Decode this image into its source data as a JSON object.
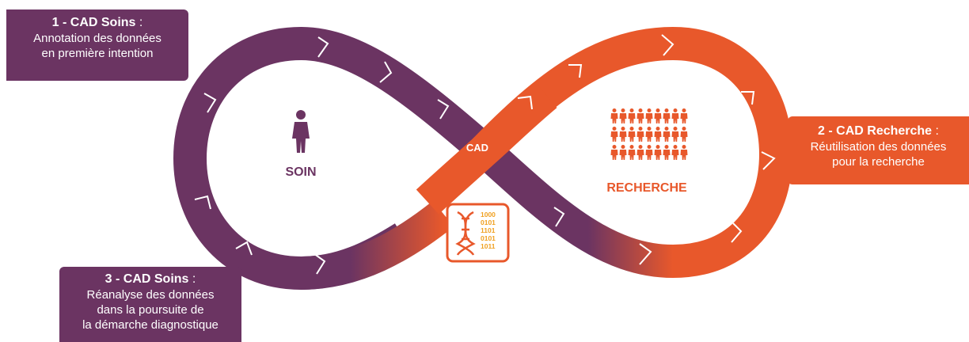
{
  "boxes": {
    "soins1": {
      "title": "1 - CAD Soins",
      "colon": " :",
      "lines": [
        "Annotation  des données",
        "en première intention"
      ]
    },
    "recherche": {
      "title": "2 - CAD Recherche",
      "colon": " :",
      "lines": [
        "Réutilisation  des données",
        "pour la recherche"
      ]
    },
    "soins3": {
      "title": "3 - CAD Soins",
      "colon": " :",
      "lines": [
        "Réanalyse des données",
        "dans la poursuite de",
        "la démarche diagnostique"
      ]
    }
  },
  "labels": {
    "soin": "SOIN",
    "recherche": "RECHERCHE",
    "cad": "CAD"
  },
  "binary": [
    "1000",
    "0101",
    "1101",
    "0101",
    "1011"
  ],
  "icons": {
    "person": "person-icon",
    "crowd": "crowd-icon",
    "dna": "dna-data-icon"
  },
  "colors": {
    "purple": "#6b3462",
    "orange": "#e8582b",
    "white": "#ffffff"
  }
}
